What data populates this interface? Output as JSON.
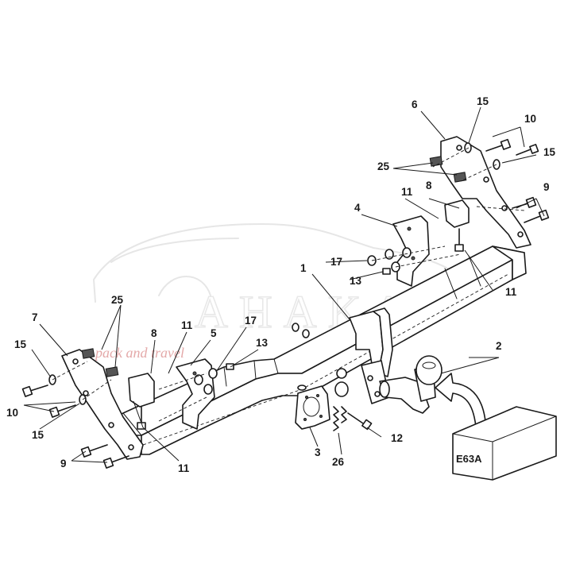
{
  "diagram": {
    "product_box": {
      "label": "E63A"
    },
    "watermark": {
      "brand": "AHAKA",
      "tagline": "pack and travel"
    },
    "part_labels": [
      {
        "id": "l6",
        "text": "6"
      },
      {
        "id": "l15a",
        "text": "15"
      },
      {
        "id": "l10a",
        "text": "10"
      },
      {
        "id": "l15b",
        "text": "15"
      },
      {
        "id": "l25a",
        "text": "25"
      },
      {
        "id": "l8a",
        "text": "8"
      },
      {
        "id": "l11a",
        "text": "11"
      },
      {
        "id": "l9a",
        "text": "9"
      },
      {
        "id": "l4",
        "text": "4"
      },
      {
        "id": "l17a",
        "text": "17"
      },
      {
        "id": "l13a",
        "text": "13"
      },
      {
        "id": "l1",
        "text": "1"
      },
      {
        "id": "l11b",
        "text": "11"
      },
      {
        "id": "l25b",
        "text": "25"
      },
      {
        "id": "l7",
        "text": "7"
      },
      {
        "id": "l8b",
        "text": "8"
      },
      {
        "id": "l11c",
        "text": "11"
      },
      {
        "id": "l5",
        "text": "5"
      },
      {
        "id": "l17b",
        "text": "17"
      },
      {
        "id": "l13b",
        "text": "13"
      },
      {
        "id": "l15c",
        "text": "15"
      },
      {
        "id": "l10b",
        "text": "10"
      },
      {
        "id": "l15d",
        "text": "15"
      },
      {
        "id": "l9b",
        "text": "9"
      },
      {
        "id": "l11d",
        "text": "11"
      },
      {
        "id": "l2",
        "text": "2"
      },
      {
        "id": "l3",
        "text": "3"
      },
      {
        "id": "l26",
        "text": "26"
      },
      {
        "id": "l12",
        "text": "12"
      }
    ]
  }
}
